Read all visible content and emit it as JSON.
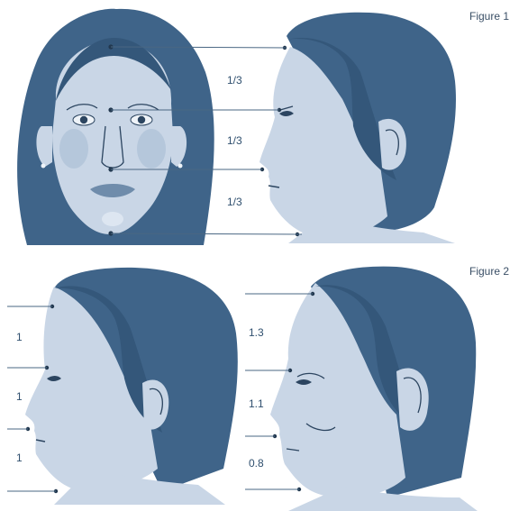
{
  "figure1": {
    "title": "Figure 1",
    "ratios": [
      "1/3",
      "1/3",
      "1/3"
    ]
  },
  "figure2": {
    "title": "Figure 2",
    "young_ratios": [
      "1",
      "1",
      "1"
    ],
    "aged_ratios": [
      "1.3",
      "1.1",
      "0.8"
    ]
  },
  "colors": {
    "hair": "#3f6489",
    "skin": "#c9d6e6",
    "line": "#4a6783"
  }
}
